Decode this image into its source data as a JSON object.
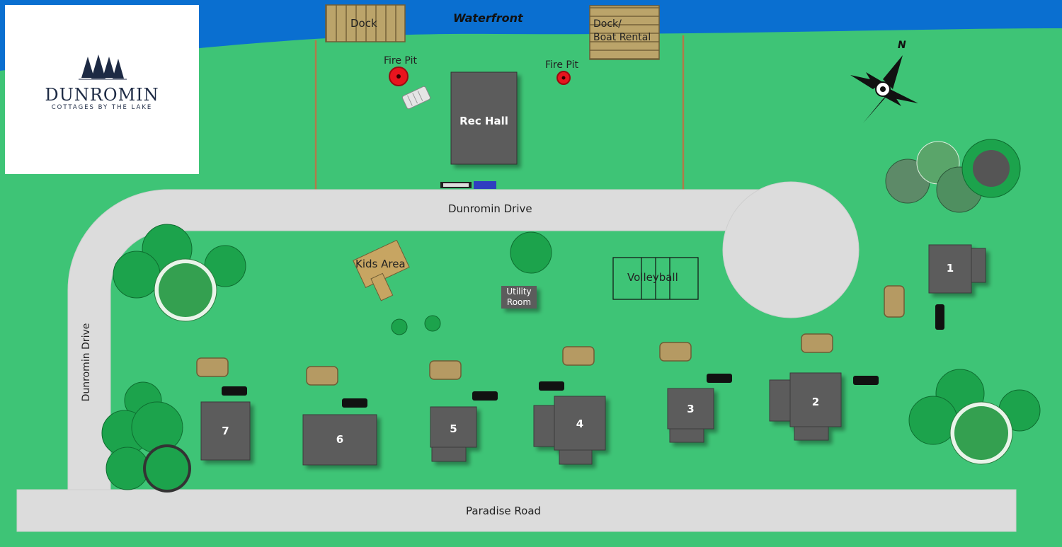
{
  "logo": {
    "title": "DUNROMIN",
    "subtitle": "COTTAGES BY THE LAKE"
  },
  "waterfront": {
    "label": "Waterfront"
  },
  "docks": {
    "dock": "Dock",
    "dock_rental_line1": "Dock/",
    "dock_rental_line2": "Boat Rental"
  },
  "fire_pits": {
    "left": "Fire Pit",
    "right": "Fire Pit"
  },
  "rec_hall": {
    "label": "Rec Hall"
  },
  "roads": {
    "top": "Dunromin Drive",
    "left": "Dunromin Drive",
    "bottom": "Paradise Road"
  },
  "amenities": {
    "kids": "Kids Area",
    "utility_line1": "Utility",
    "utility_line2": "Room",
    "volleyball": "Volleyball"
  },
  "compass": {
    "north": "N"
  },
  "cottages": [
    "1",
    "2",
    "3",
    "4",
    "5",
    "6",
    "7"
  ],
  "colors": {
    "grass": "#3ec476",
    "water": "#0a6fd0",
    "road": "#dcdcdc",
    "building": "#5b5b5b",
    "fire_pit": "#e8141e",
    "wood": "#b59a63"
  }
}
